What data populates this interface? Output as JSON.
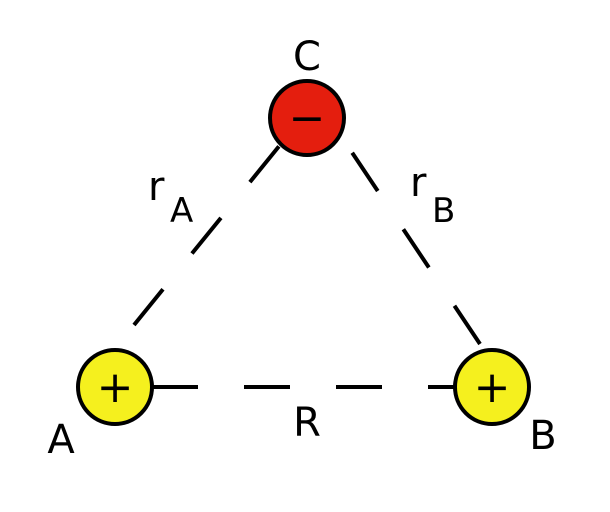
{
  "title": "Three point charges",
  "colors": {
    "positive": "#f5f01e",
    "negative": "#e41e0e",
    "line": "#000000"
  },
  "charges": {
    "A": {
      "label": "A",
      "sign": "+"
    },
    "B": {
      "label": "B",
      "sign": "+"
    },
    "C": {
      "label": "C",
      "sign": "−"
    }
  },
  "distances": {
    "rA": {
      "main": "r",
      "sub": "A"
    },
    "rB": {
      "main": "r",
      "sub": "B"
    },
    "R": "R"
  }
}
